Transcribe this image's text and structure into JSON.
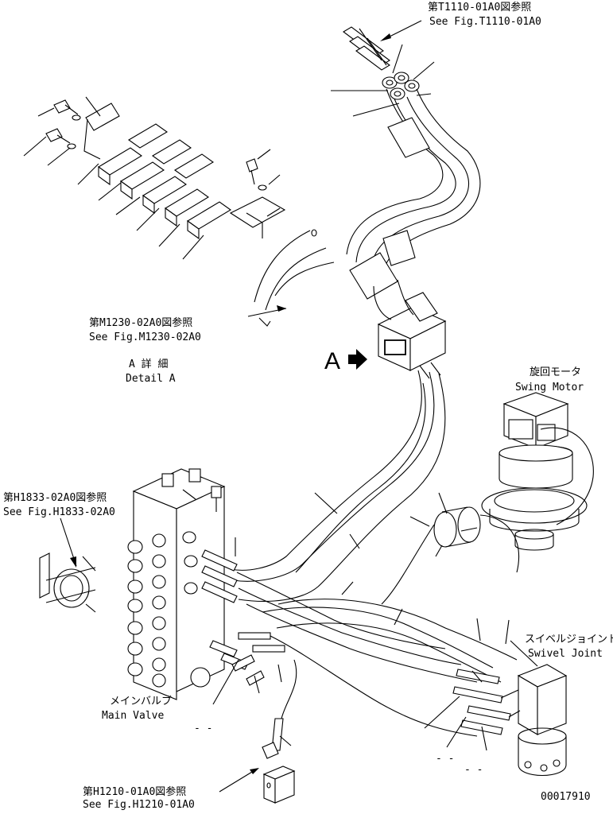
{
  "figure": {
    "ref_t1110_jp": "第T1110-01A0図参照",
    "ref_t1110_en": "See Fig.T1110-01A0",
    "ref_m1230_jp": "第M1230-02A0図参照",
    "ref_m1230_en": "See Fig.M1230-02A0",
    "detail_jp": "A 詳 細",
    "detail_en": "Detail A",
    "view_marker": "A",
    "swing_motor_jp": "旋回モータ",
    "swing_motor_en": "Swing Motor",
    "ref_h1833_jp": "第H1833-02A0図参照",
    "ref_h1833_en": "See Fig.H1833-02A0",
    "swivel_joint_jp": "スイベルジョイント",
    "swivel_joint_en": "Swivel Joint",
    "main_valve_jp": "メインバルブ",
    "main_valve_en": "Main Valve",
    "ref_h1210_jp": "第H1210-01A0図参照",
    "ref_h1210_en": "See Fig.H1210-01A0",
    "drawing_number": "00017910",
    "dash_a": "- -",
    "dash_b": "- -",
    "dash_c": "- -"
  }
}
